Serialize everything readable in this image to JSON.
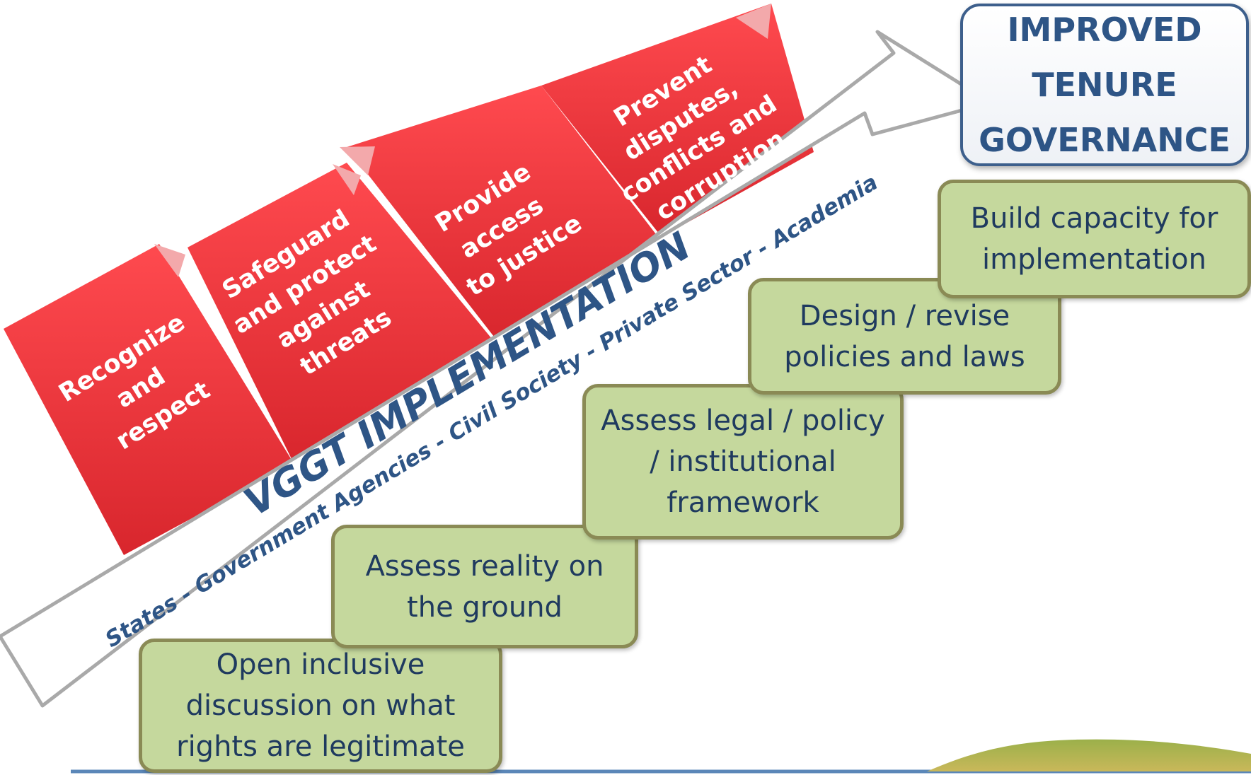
{
  "goal": {
    "text": "IMPROVED\nTENURE\nGOVERNANCE"
  },
  "arrow": {
    "title": "VGGT IMPLEMENTATION",
    "actors": "States - Government Agencies - Civil Society - Private Sector - Academia"
  },
  "principles": [
    {
      "lines": [
        "Recognize",
        "and",
        "respect"
      ]
    },
    {
      "lines": [
        "Safeguard",
        "and protect",
        "against",
        "threats"
      ]
    },
    {
      "lines": [
        "Provide",
        "access",
        "to justice"
      ]
    },
    {
      "lines": [
        "Prevent",
        "disputes,",
        "conflicts and",
        "corruption"
      ]
    }
  ],
  "steps": [
    {
      "text": "Open inclusive\ndiscussion on what\nrights are legitimate"
    },
    {
      "text": "Assess reality on\nthe ground"
    },
    {
      "text": "Assess legal / policy\n/ institutional\nframework"
    },
    {
      "text": "Design / revise\npolicies and laws"
    },
    {
      "text": "Build capacity for\nimplementation"
    }
  ],
  "colors": {
    "principle_red": "#e8323a",
    "step_green": "#c5d89d",
    "step_border": "#8a8a55",
    "text_navy": "#1f3a5f",
    "arrow_text_blue": "#2e5586",
    "ground_line": "#5b87b8"
  }
}
